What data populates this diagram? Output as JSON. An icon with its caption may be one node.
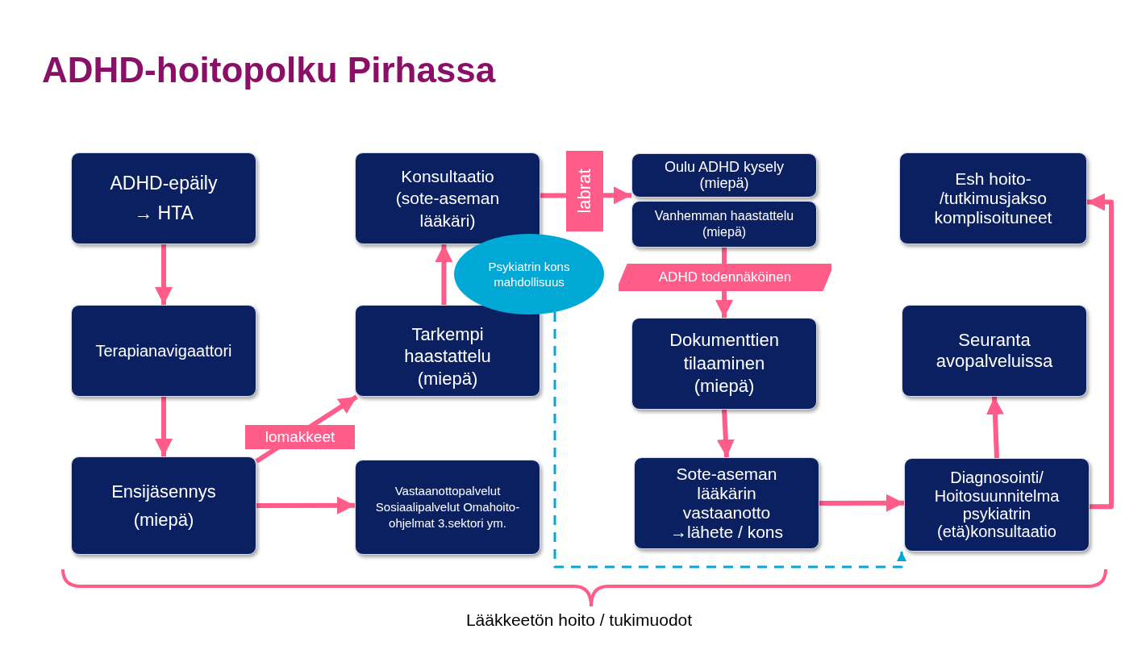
{
  "diagram": {
    "title": "ADHD-hoitopolku Pirhassa",
    "nodes": [
      {
        "text": [
          "ADHD-epäily → HTA"
        ]
      },
      {
        "text": [
          "Terapianavigaattori"
        ]
      },
      {
        "text": [
          "Ensijäsennys (miepä)"
        ]
      },
      {
        "text": [
          "Konsultaatio (sote-aseman lääkäri)"
        ]
      },
      {
        "text": [
          "Tarkempi haastattelu (miepä)"
        ]
      },
      {
        "text": [
          "Vastaanottopalvelut Sosiaalipalvelut Omahoito-ohjelmat 3.sektori ym."
        ]
      },
      {
        "text": [
          "Psykiatrin kons mahdollisuus"
        ]
      },
      {
        "text": [
          "Oulu ADHD kysely (miepä)"
        ]
      },
      {
        "text": [
          "Vanhemman haastattelu (miepä)"
        ]
      },
      {
        "text": [
          "Dokumenttien tilaaminen (miepä)"
        ]
      },
      {
        "text": [
          "Sote-aseman lääkärin vastaanotto →lähete / kons"
        ]
      },
      {
        "text": [
          "Esh hoito- /tutkimusjakso komplisoituneet"
        ]
      },
      {
        "text": [
          "Seuranta avopalveluissa"
        ]
      },
      {
        "text": [
          "Diagnosointi/ Hoitosuunnitelma psykiatrin (etä)konsultaatio"
        ]
      }
    ],
    "edges": [
      {
        "from": 0,
        "to": 1,
        "arrow": "to"
      },
      {
        "from": 1,
        "to": 2,
        "arrow": "to"
      },
      {
        "from": 2,
        "to": 4,
        "arrow": "to",
        "label": "lomakkeet"
      },
      {
        "from": 2,
        "to": 5,
        "arrow": "to"
      },
      {
        "from": 4,
        "to": 3,
        "arrow": "to"
      },
      {
        "from": 3,
        "to": 7,
        "arrow": "to",
        "label": "labrat"
      },
      {
        "from": 8,
        "to": 9,
        "arrow": "to",
        "label": "ADHD todennäköinen"
      },
      {
        "from": 9,
        "to": 10,
        "arrow": "to"
      },
      {
        "from": 10,
        "to": 13,
        "arrow": "to"
      },
      {
        "from": 13,
        "to": 12,
        "arrow": "to"
      },
      {
        "from": 13,
        "to": 11,
        "arrow": "to"
      },
      {
        "from": 6,
        "to": 13,
        "arrow": "to",
        "style": "dashed",
        "color": "#00a8d6"
      }
    ],
    "labels": [
      "Lääkkeetön hoito / tukimuodot"
    ]
  }
}
